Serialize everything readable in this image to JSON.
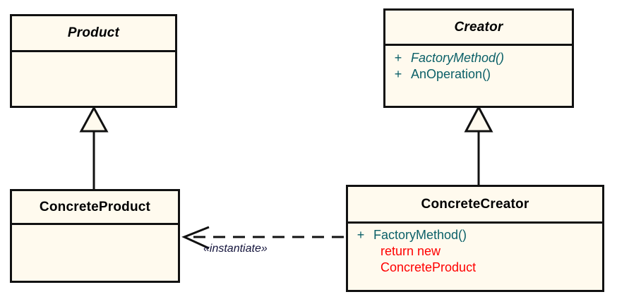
{
  "diagram": {
    "title": "Factory Method pattern UML class diagram",
    "type": "uml-class-diagram",
    "colors": {
      "class_fill": "#FFFAEE",
      "border": "#111111",
      "member_text": "#0B6068",
      "code_text": "#FF0000",
      "label_text": "#14143C",
      "background": "#FFFFFF"
    },
    "classes": [
      {
        "id": "product",
        "name": "Product",
        "abstract": true,
        "members": [],
        "code_lines": []
      },
      {
        "id": "creator",
        "name": "Creator",
        "abstract": true,
        "members": [
          {
            "visibility": "+",
            "name": "FactoryMethod()",
            "abstract": true
          },
          {
            "visibility": "+",
            "name": "AnOperation()",
            "abstract": false
          }
        ],
        "code_lines": []
      },
      {
        "id": "concreteproduct",
        "name": "ConcreteProduct",
        "abstract": false,
        "members": [],
        "code_lines": []
      },
      {
        "id": "concretecreator",
        "name": "ConcreteCreator",
        "abstract": false,
        "members": [
          {
            "visibility": "+",
            "name": "FactoryMethod()",
            "abstract": false
          }
        ],
        "code_lines": [
          "return new",
          "ConcreteProduct"
        ]
      }
    ],
    "relations": [
      {
        "id": "product-generalization",
        "type": "generalization",
        "from": "ConcreteProduct",
        "to": "Product",
        "label": ""
      },
      {
        "id": "creator-generalization",
        "type": "generalization",
        "from": "ConcreteCreator",
        "to": "Creator",
        "label": ""
      },
      {
        "id": "instantiate-dependency",
        "type": "dependency",
        "from": "ConcreteCreator",
        "to": "ConcreteProduct",
        "label": "«instantiate»"
      }
    ]
  }
}
